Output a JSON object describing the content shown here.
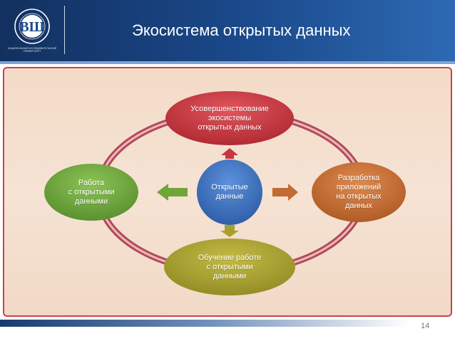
{
  "header": {
    "title": "Экосистема открытых данных",
    "logo_caption": "НАЦИОНАЛЬНЫЙ ИССЛЕДОВАТЕЛЬСКИЙ УНИВЕРСИТЕТ"
  },
  "diagram": {
    "center": "Открытые\nданные",
    "top": "Усовершенствование\nэкосистемы\nоткрытых данных",
    "right": "Разработка\nприложений\nна открытых\nданных",
    "bottom": "Обучение работе\nс открытыми\nданными",
    "left": "Работа\nс открытыми\nданными"
  },
  "colors": {
    "header": "#1b4a8c",
    "panel_border": "#c9434e",
    "top_node": "#c8363f",
    "right_node": "#c26b33",
    "bottom_node": "#a7a02f",
    "left_node": "#6fa63a",
    "center_node": "#3f73c0"
  },
  "footer": {
    "page_number": "14"
  }
}
